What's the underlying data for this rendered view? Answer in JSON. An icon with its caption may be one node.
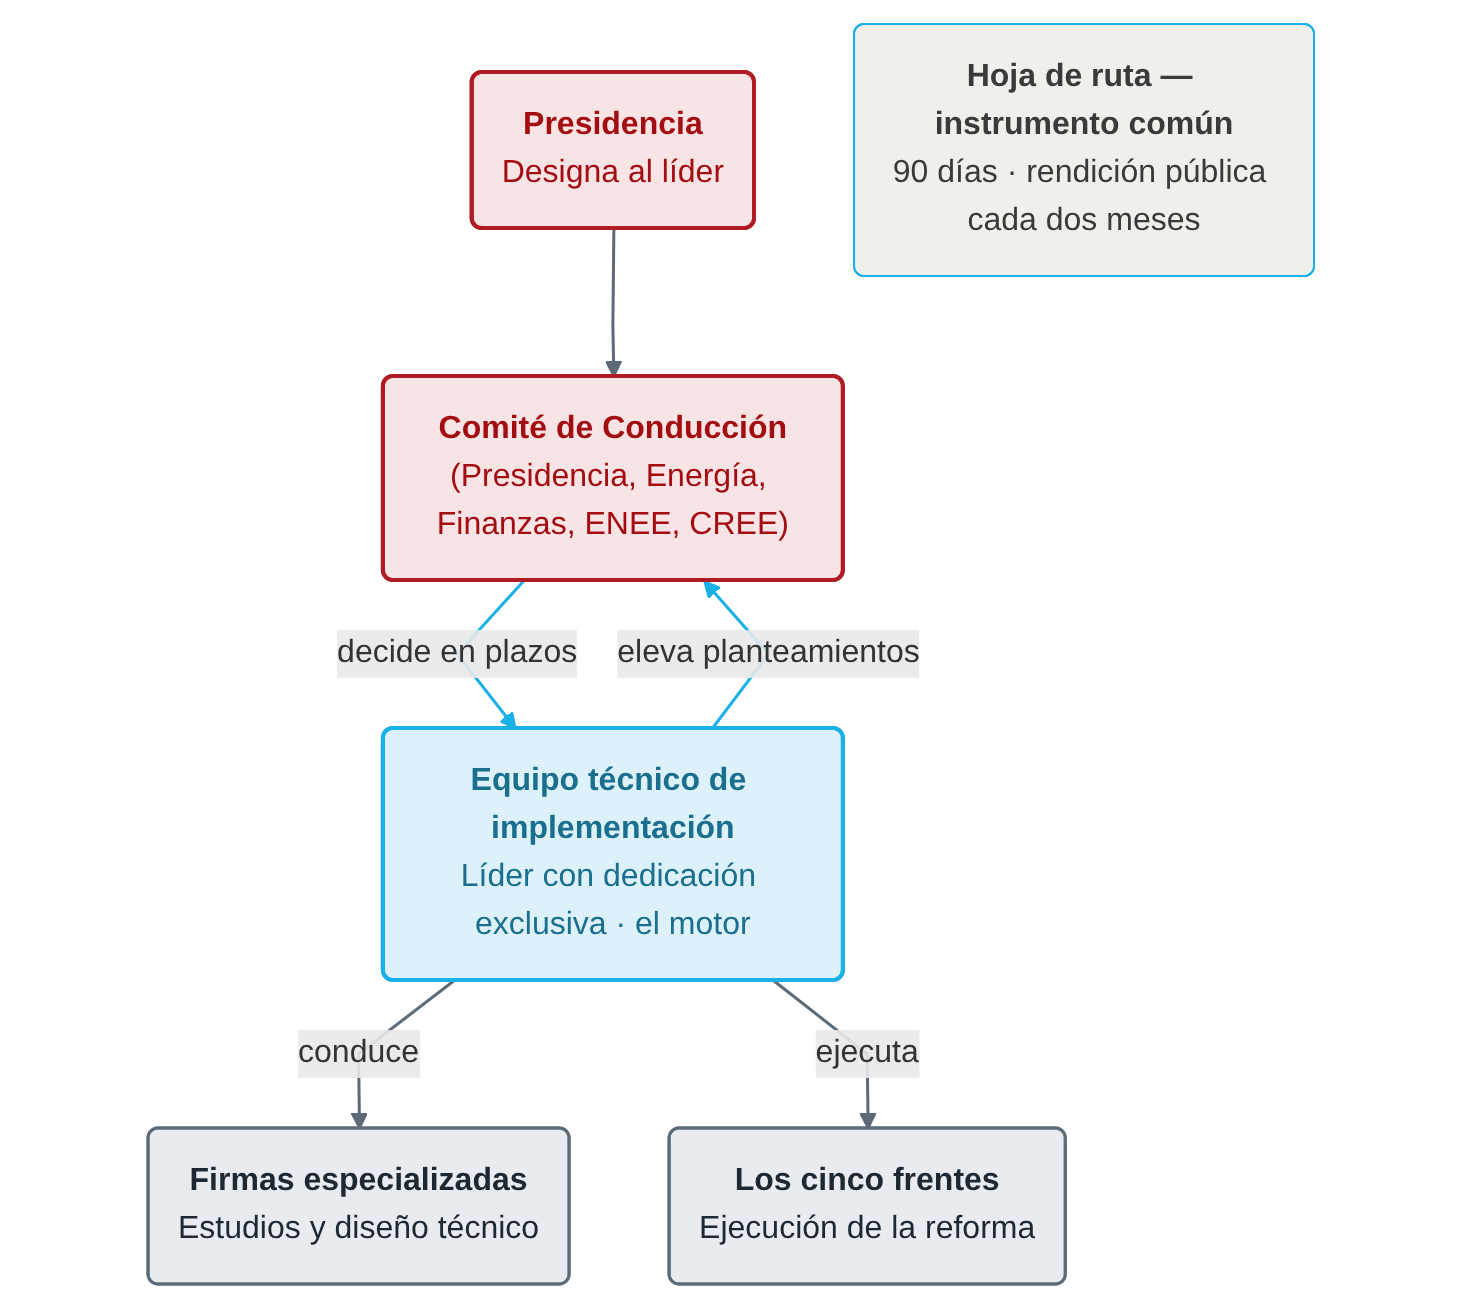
{
  "diagram": {
    "nodes": [
      {
        "text": [
          "Presidencia",
          "Designa al líder"
        ]
      },
      {
        "text": [
          "Comité de Conducción",
          "(Presidencia, Energía, Finanzas, ENEE, CREE)"
        ]
      },
      {
        "text": [
          "Equipo técnico de implementación",
          "Líder con dedicación exclusiva · el motor"
        ]
      },
      {
        "text": [
          "Firmas especializadas",
          "Estudios y diseño técnico"
        ]
      },
      {
        "text": [
          "Los cinco frentes",
          "Ejecución de la reforma"
        ]
      },
      {
        "text": [
          "Hoja de ruta — instrumento común",
          "90 días · rendición pública cada dos meses"
        ]
      }
    ],
    "edges": [
      {
        "from": 0,
        "to": 1,
        "arrow": "to"
      },
      {
        "from": 2,
        "to": 1,
        "arrow": "to",
        "label": "eleva planteamientos",
        "color": "#1ab0e8"
      },
      {
        "from": 1,
        "to": 2,
        "arrow": "to",
        "label": "decide en plazos",
        "color": "#1ab0e8"
      },
      {
        "from": 2,
        "to": 3,
        "arrow": "to",
        "label": "conduce"
      },
      {
        "from": 2,
        "to": 4,
        "arrow": "to",
        "label": "ejecuta"
      }
    ]
  }
}
